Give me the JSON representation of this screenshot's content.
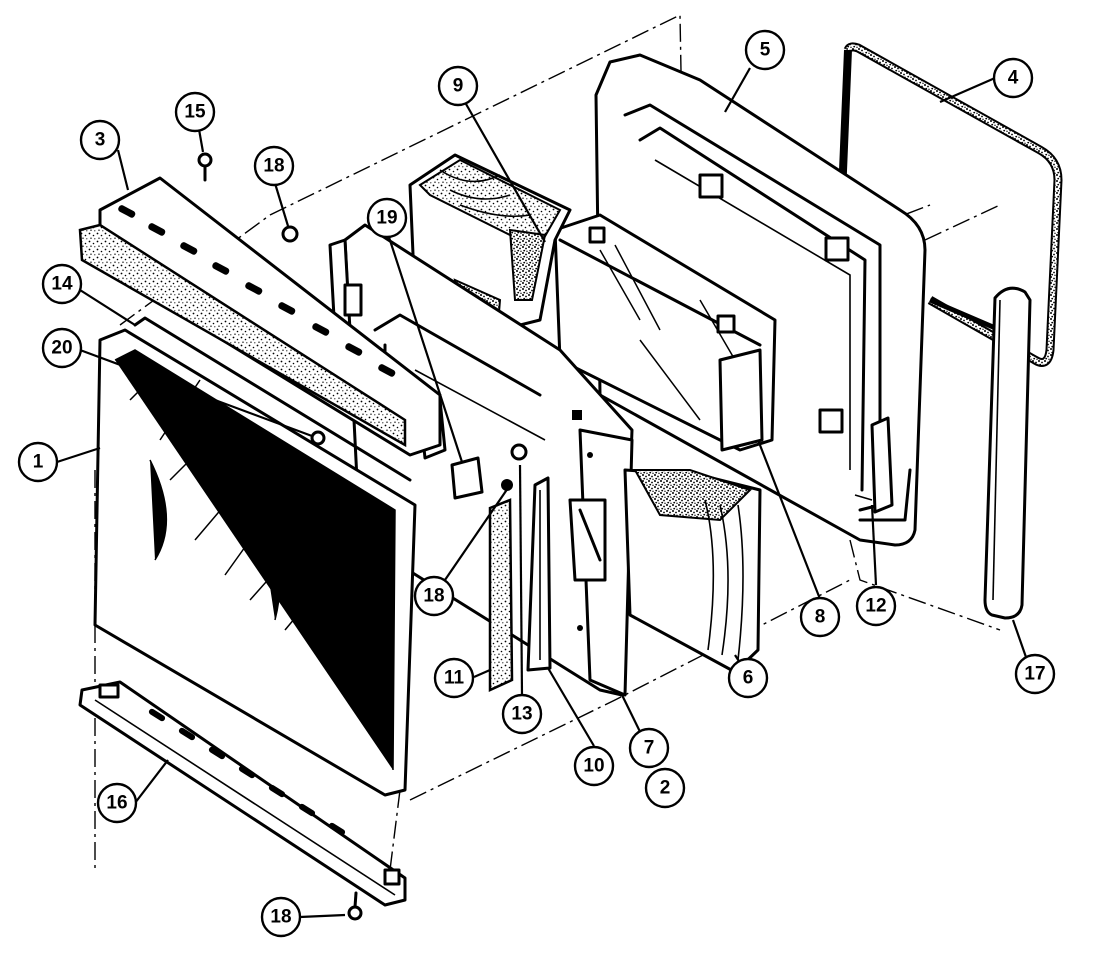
{
  "callouts": [
    {
      "id": "c1",
      "label": "1"
    },
    {
      "id": "c2",
      "label": "2"
    },
    {
      "id": "c3",
      "label": "3"
    },
    {
      "id": "c4",
      "label": "4"
    },
    {
      "id": "c5",
      "label": "5"
    },
    {
      "id": "c6",
      "label": "6"
    },
    {
      "id": "c7",
      "label": "7"
    },
    {
      "id": "c8",
      "label": "8"
    },
    {
      "id": "c9",
      "label": "9"
    },
    {
      "id": "c10",
      "label": "10"
    },
    {
      "id": "c11",
      "label": "11"
    },
    {
      "id": "c12",
      "label": "12"
    },
    {
      "id": "c13",
      "label": "13"
    },
    {
      "id": "c14",
      "label": "14"
    },
    {
      "id": "c15",
      "label": "15"
    },
    {
      "id": "c16",
      "label": "16"
    },
    {
      "id": "c17",
      "label": "17"
    },
    {
      "id": "c18a",
      "label": "18"
    },
    {
      "id": "c18b",
      "label": "18"
    },
    {
      "id": "c18c",
      "label": "18"
    },
    {
      "id": "c19",
      "label": "19"
    },
    {
      "id": "c20",
      "label": "20"
    }
  ]
}
